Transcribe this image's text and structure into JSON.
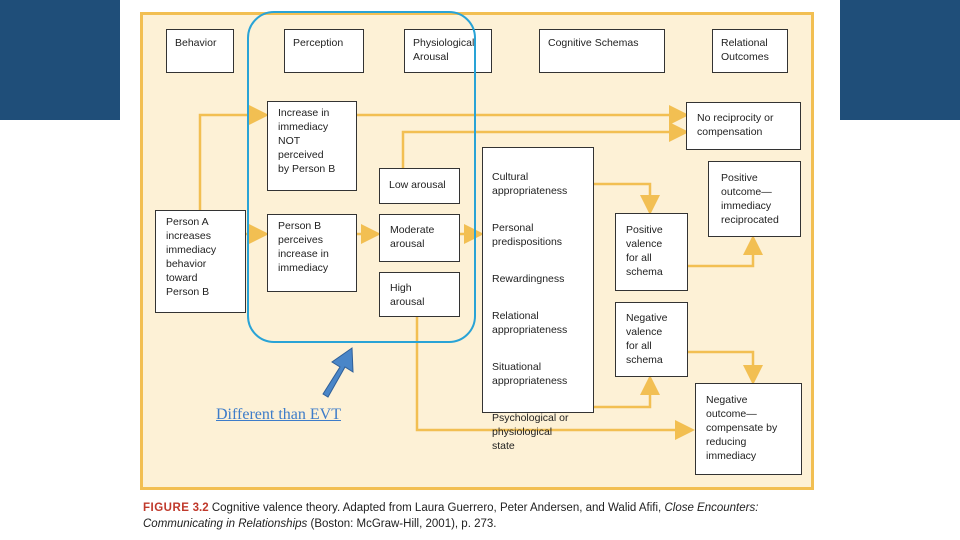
{
  "colors": {
    "side_block": "#1f4e79",
    "figure_background": "#fdf1d6",
    "figure_border": "#f2bf52",
    "connector": "#f2bf52",
    "highlight": "#29a3d6",
    "callout_arrow": "#4a86c8",
    "note_text": "#3d7cc9",
    "figure_label": "#c0392b"
  },
  "headers": {
    "behavior": "Behavior",
    "perception": "Perception",
    "physiological_arousal": "Physiological\nArousal",
    "cognitive_schemas": "Cognitive Schemas",
    "relational_outcomes": "Relational\nOutcomes"
  },
  "nodes": {
    "person_a": "Person A\nincreases\nimmediacy\nbehavior\ntoward\nPerson B",
    "not_perceived": "Increase in\nimmediacy\nNOT\nperceived\nby Person B",
    "perceived": "Person B\nperceives\nincrease in\nimmediacy",
    "low_arousal": "Low arousal",
    "moderate_arousal": "Moderate\narousal",
    "high_arousal": "High\narousal",
    "positive_valence": "Positive\nvalence\nfor all\nschema",
    "negative_valence": "Negative\nvalence\nfor all\nschema",
    "no_reciprocity": "No reciprocity or\ncompensation",
    "positive_outcome": "Positive\noutcome—\nimmediacy\nreciprocated",
    "negative_outcome": "Negative\noutcome—\ncompensate by\nreducing\nimmediacy"
  },
  "schemas": [
    "Cultural\nappropriateness",
    "Personal\npredispositions",
    "Rewardingness",
    "Relational\nappropriateness",
    "Situational\nappropriateness",
    "Psychological or\nphysiological\nstate"
  ],
  "annotation": {
    "note": "Different than EVT"
  },
  "caption": {
    "label": "FIGURE",
    "number": "3.2",
    "text": "Cognitive valence theory. Adapted from Laura Guerrero, Peter Andersen, and Walid Afifi,",
    "book_title": "Close Encounters: Communicating in Relationships",
    "citation": "(Boston: McGraw-Hill, 2001), p. 273."
  }
}
